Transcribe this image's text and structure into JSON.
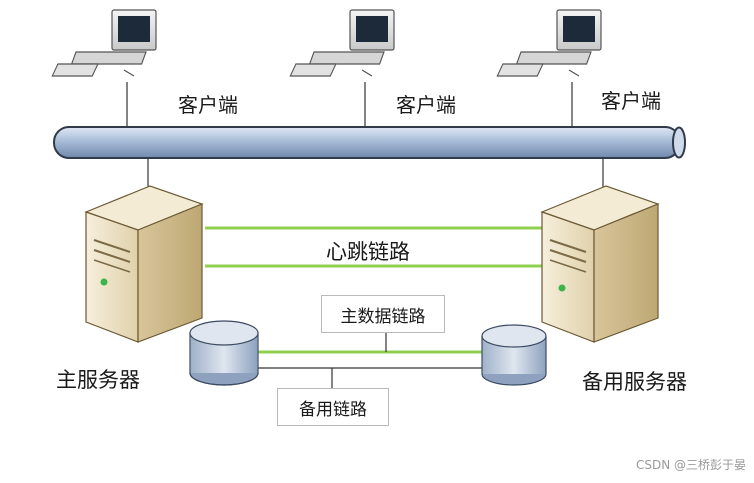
{
  "clients": [
    {
      "label": "客户端"
    },
    {
      "label": "客户端"
    },
    {
      "label": "客户端"
    }
  ],
  "primary_server": {
    "label": "主服务器"
  },
  "backup_server": {
    "label": "备用服务器"
  },
  "heartbeat_link": {
    "label": "心跳链路"
  },
  "primary_data_link": {
    "label": "主数据链路"
  },
  "backup_link": {
    "label": "备用链路"
  },
  "watermark": "CSDN @三桥彭于晏",
  "colors": {
    "bus_fill": "#a9bdd8",
    "bus_stroke": "#2f3b4b",
    "link_green": "#8fd14f",
    "server_body": "#eadfc2",
    "disk_fill": "#b7c6da"
  }
}
